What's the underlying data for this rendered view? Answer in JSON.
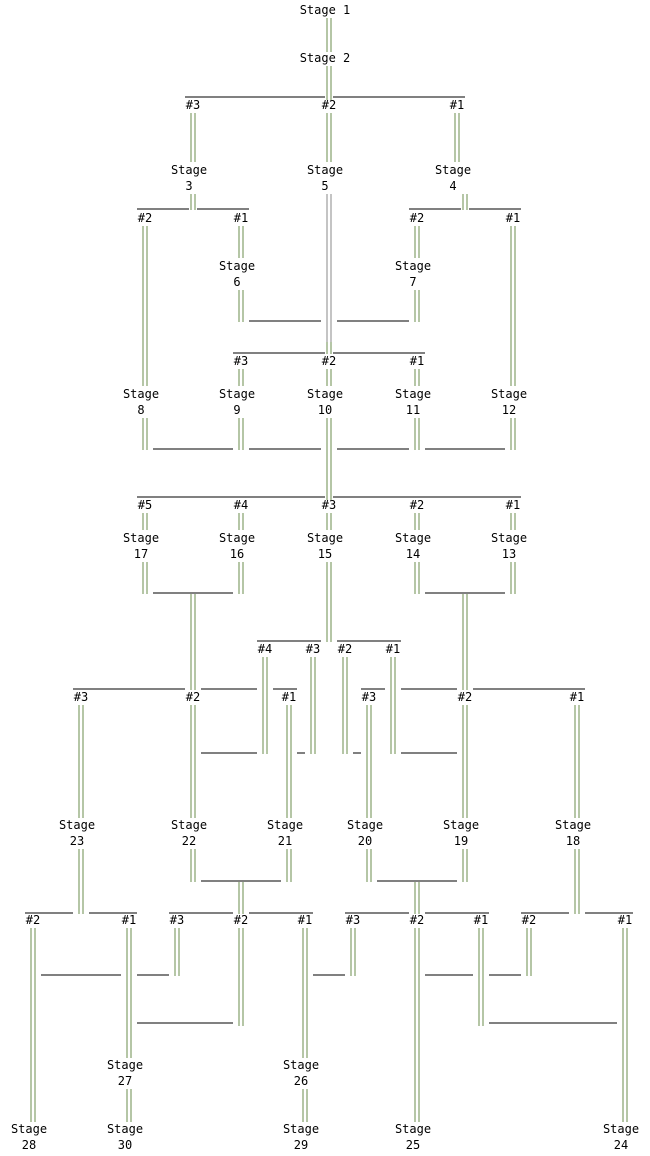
{
  "diagram": {
    "stage_word": "Stage",
    "stages": [
      {
        "id": "1",
        "label": "Stage 1"
      },
      {
        "id": "2",
        "label": "Stage 2"
      },
      {
        "id": "3",
        "label": "3"
      },
      {
        "id": "4",
        "label": "4"
      },
      {
        "id": "5",
        "label": "5"
      },
      {
        "id": "6",
        "label": "6"
      },
      {
        "id": "7",
        "label": "7"
      },
      {
        "id": "8",
        "label": "8"
      },
      {
        "id": "9",
        "label": "9"
      },
      {
        "id": "10",
        "label": "10"
      },
      {
        "id": "11",
        "label": "11"
      },
      {
        "id": "12",
        "label": "12"
      },
      {
        "id": "13",
        "label": "13"
      },
      {
        "id": "14",
        "label": "14"
      },
      {
        "id": "15",
        "label": "15"
      },
      {
        "id": "16",
        "label": "16"
      },
      {
        "id": "17",
        "label": "17"
      },
      {
        "id": "18",
        "label": "18"
      },
      {
        "id": "19",
        "label": "19"
      },
      {
        "id": "20",
        "label": "20"
      },
      {
        "id": "21",
        "label": "21"
      },
      {
        "id": "22",
        "label": "22"
      },
      {
        "id": "23",
        "label": "23"
      },
      {
        "id": "24",
        "label": "24"
      },
      {
        "id": "25",
        "label": "25"
      },
      {
        "id": "26",
        "label": "26"
      },
      {
        "id": "27",
        "label": "27"
      },
      {
        "id": "28",
        "label": "28"
      },
      {
        "id": "29",
        "label": "29"
      },
      {
        "id": "30",
        "label": "30"
      }
    ],
    "port_labels": [
      "#1",
      "#2",
      "#3",
      "#4",
      "#5"
    ],
    "colors": {
      "rail": "#6b8e4e",
      "rail_alt": "#888888",
      "line": "#000000",
      "background": "#ffffff"
    }
  }
}
